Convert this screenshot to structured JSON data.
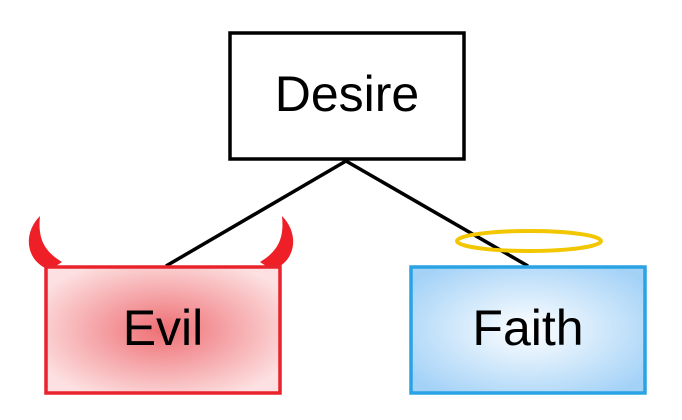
{
  "nodes": {
    "root": {
      "label": "Desire"
    },
    "left": {
      "label": "Evil",
      "decoration": "devil-horns-icon",
      "color": "#e8232b"
    },
    "right": {
      "label": "Faith",
      "decoration": "halo-icon",
      "color": "#29a3e3"
    }
  },
  "colors": {
    "evil_fill_center": "#f07f84",
    "evil_fill_edge": "#fde3e4",
    "faith_fill_center": "#ffffff",
    "faith_fill_edge": "#a7d4f7",
    "halo": "#f2c600",
    "line": "#000000"
  }
}
